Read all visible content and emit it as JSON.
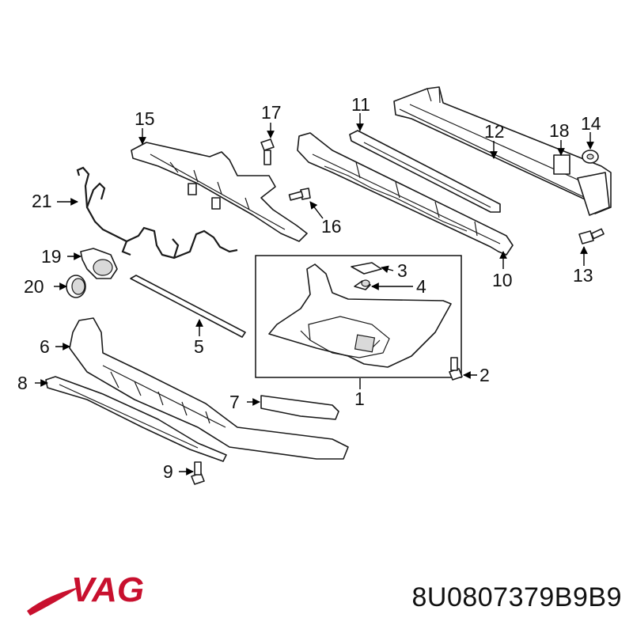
{
  "callouts": [
    "1",
    "2",
    "3",
    "4",
    "5",
    "6",
    "7",
    "8",
    "9",
    "10",
    "11",
    "12",
    "13",
    "14",
    "15",
    "16",
    "17",
    "18",
    "19",
    "20",
    "21"
  ],
  "brand": {
    "text": "VAG",
    "color": "#c8102e"
  },
  "part_number": "8U0807379B9B9",
  "colors": {
    "line": "#1a1a1a",
    "shade": "#d9d9d9"
  }
}
